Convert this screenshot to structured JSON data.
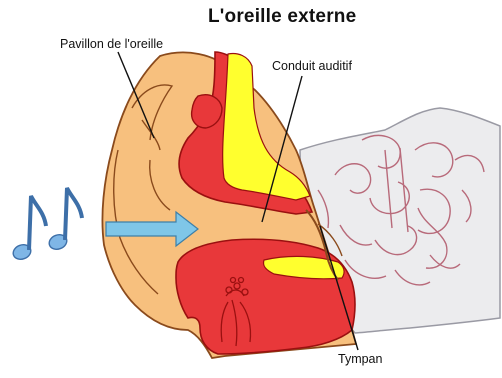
{
  "diagram": {
    "title": "L'oreille externe",
    "labels": {
      "pavillon": "Pavillon de l'oreille",
      "conduit": "Conduit auditif",
      "tympan": "Tympan"
    }
  },
  "colors": {
    "skin": "#f7c07e",
    "skin_outline": "#8a4a1c",
    "flesh": "#e8383a",
    "flesh_outline": "#9a1010",
    "yellow": "#ffff2e",
    "bone": "#ececee",
    "bone_lines": "#b86a7a",
    "arrow": "#7fc6e8",
    "notes": "#7fb6e6"
  },
  "icons": {
    "sound": "music-notes-icon",
    "arrow": "arrow-right-icon"
  }
}
